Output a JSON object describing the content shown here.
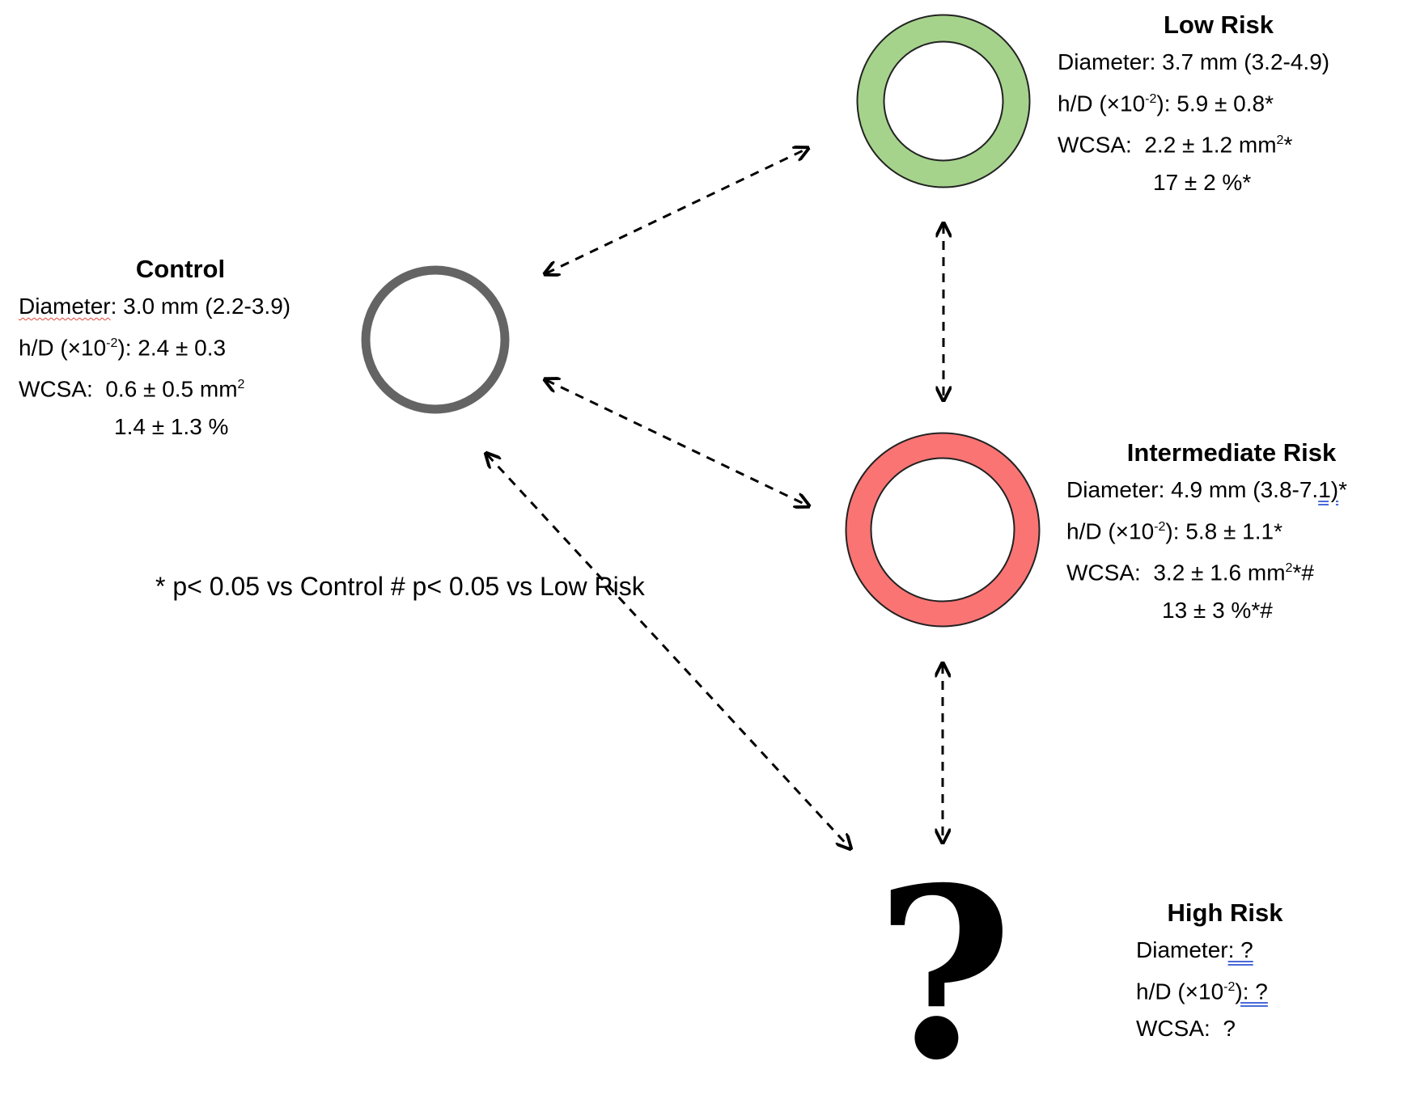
{
  "groups": {
    "control": {
      "title": "Control",
      "diameter_label": "Diameter",
      "diameter_value": ": 3.0 mm (2.2-3.9)",
      "hd_label": "h/D (×10",
      "hd_exp": "-2",
      "hd_value": "): 2.4 ± 0.3",
      "wcsa_label": "WCSA:",
      "wcsa_value": "0.6 ± 0.5 mm",
      "wcsa_exp": "2",
      "pct_value": "1.4 ± 1.3 %",
      "ring_color": "#646464"
    },
    "low_risk": {
      "title": "Low Risk",
      "diameter_value": "Diameter: 3.7 mm (3.2-4.9)",
      "hd_label": "h/D (×10",
      "hd_exp": "-2",
      "hd_value": "): 5.9 ± 0.8*",
      "wcsa_label": "WCSA:",
      "wcsa_value": "2.2 ± 1.2 mm",
      "wcsa_exp": "2",
      "wcsa_mark": "*",
      "pct_value": "17 ± 2 %*",
      "ring_color": "#a6d38c"
    },
    "intermediate_risk": {
      "title": "Intermediate Risk",
      "diameter_value": "Diameter: 4.9 mm (3.8-7.",
      "diameter_tail": "1)",
      "diameter_mark": "*",
      "hd_label": "h/D (×10",
      "hd_exp": "-2",
      "hd_value": "): 5.8 ± 1.1*",
      "wcsa_label": "WCSA:",
      "wcsa_value": "3.2 ± 1.6 mm",
      "wcsa_exp": "2",
      "wcsa_mark": "*#",
      "pct_value": "13 ± 3 %*#",
      "ring_color": "#fa7474"
    },
    "high_risk": {
      "title": "High Risk",
      "diameter_label": "Diameter",
      "diameter_value": ": ?",
      "hd_label": "h/D (×10",
      "hd_exp": "-2",
      "hd_value": "): ?",
      "wcsa_label": "WCSA:",
      "wcsa_value": "?",
      "symbol": "?"
    }
  },
  "legend": {
    "line1": "* p< 0.05 vs Control",
    "line2": "# p< 0.05 vs Low Risk"
  }
}
